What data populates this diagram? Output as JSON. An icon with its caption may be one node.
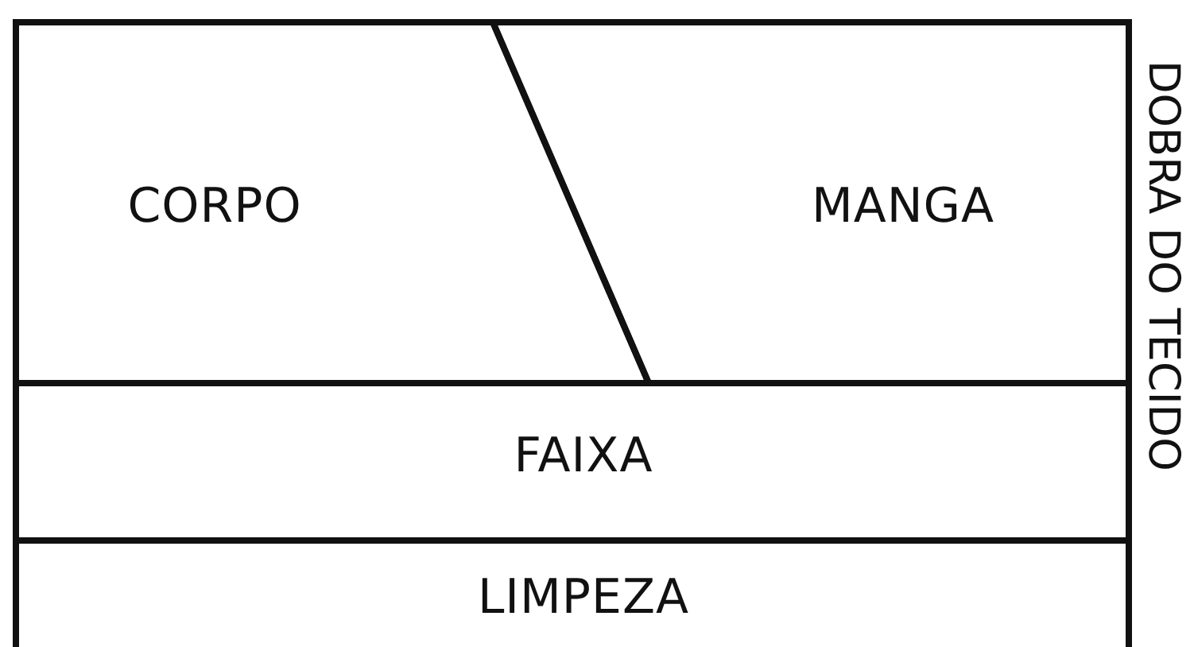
{
  "diagram": {
    "nodes": [
      {
        "text": [
          "CORPO"
        ]
      },
      {
        "text": [
          "MANGA"
        ]
      },
      {
        "text": [
          "FAIXA"
        ]
      },
      {
        "text": [
          "LIMPEZA"
        ]
      }
    ],
    "labels": [
      "DOBRA DO TECIDO"
    ]
  }
}
